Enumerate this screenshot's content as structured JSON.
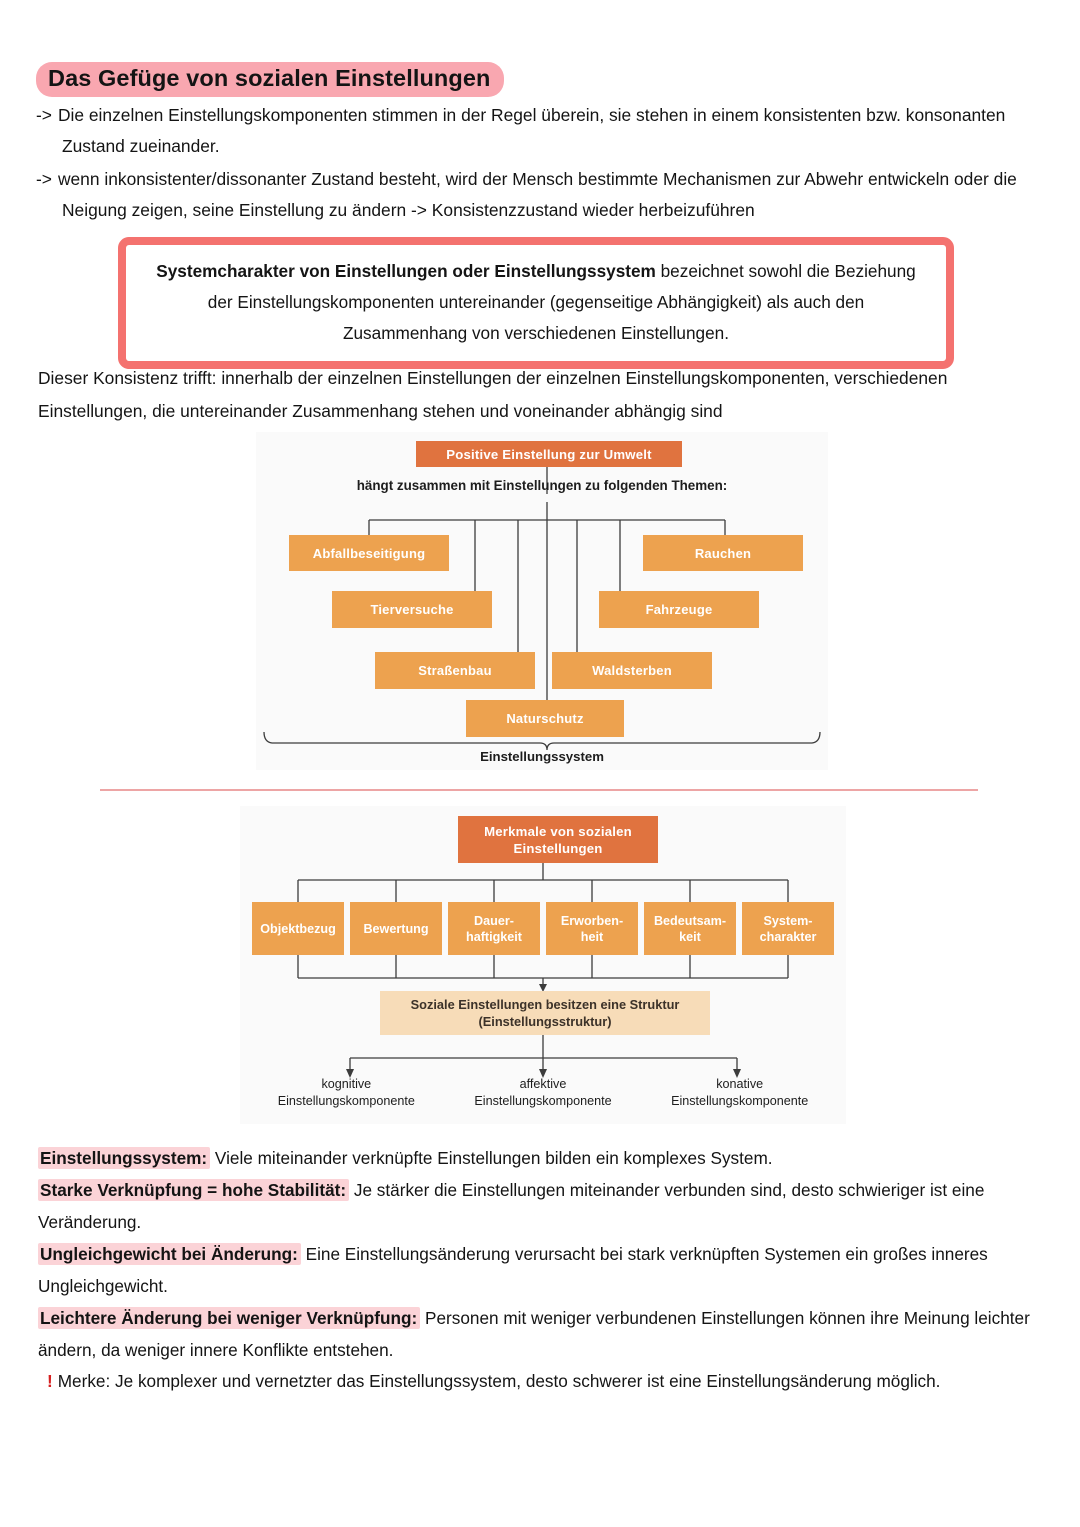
{
  "heading": "Das Gefüge von sozialen Einstellungen",
  "intro": [
    {
      "arrow": "->",
      "text": "Die einzelnen Einstellungskomponenten stimmen in der Regel überein, sie stehen in einem konsistenten bzw. konsonanten Zustand zueinander."
    },
    {
      "arrow": "->",
      "text": "wenn inkonsistenter/dissonanter Zustand besteht, wird der Mensch bestimmte Mechanismen zur Abwehr entwickeln oder die Neigung zeigen, seine Einstellung zu ändern -> Konsistenzzustand wieder herbeizuführen"
    }
  ],
  "definition": {
    "bold_lead": "Systemcharakter von Einstellungen oder Einstellungssystem",
    "rest": " bezeichnet sowohl die Beziehung der Einstellungskomponenten untereinander (gegenseitige Abhängigkeit) als auch den Zusammenhang von verschiedenen Einstellungen."
  },
  "after_box": "Dieser Konsistenz trifft: innerhalb der einzelnen Einstellungen der einzelnen Einstellungskomponenten, verschiedenen Einstellungen, die untereinander Zusammenhang stehen und voneinander abhängig sind",
  "diagram1": {
    "root": "Positive Einstellung zur Umwelt",
    "caption": "hängt zusammen mit Einstellungen zu folgenden Themen:",
    "nodes": [
      "Abfallbeseitigung",
      "Tierversuche",
      "Straßenbau",
      "Naturschutz",
      "Waldsterben",
      "Fahrzeuge",
      "Rauchen"
    ],
    "footer": "Einstellungssystem",
    "colors": {
      "root": "#e0733f",
      "child": "#eda24f",
      "background": "#fafafa",
      "line": "#3c3c3c"
    }
  },
  "diagram2": {
    "root": "Merkmale von sozialen Einstellungen",
    "columns": [
      "Objektbezug",
      "Bewertung",
      "Dauer-haftigkeit",
      "Erworben-heit",
      "Bedeutsam-keit",
      "System-charakter"
    ],
    "structure_box": "Soziale Einstellungen besitzen eine Struktur (Einstellungsstruktur)",
    "leaves": [
      "kognitive Einstellungskomponente",
      "affektive Einstellungskomponente",
      "konative Einstellungskomponente"
    ],
    "colors": {
      "root": "#e0733f",
      "column": "#eda24f",
      "structure": "#f7dcb8",
      "background": "#fafafa",
      "line": "#3c3c3c"
    }
  },
  "bottom_points": [
    {
      "term": "Einstellungssystem:",
      "text": " Viele miteinander verknüpfte Einstellungen bilden ein komplexes System."
    },
    {
      "term": "Starke Verknüpfung = hohe Stabilität:",
      "text": " Je stärker die Einstellungen miteinander verbunden sind, desto schwieriger ist eine Veränderung."
    },
    {
      "term": "Ungleichgewicht bei Änderung:",
      "text": " Eine Einstellungsänderung verursacht bei stark verknüpften Systemen ein großes inneres Ungleichgewicht."
    },
    {
      "term": "Leichtere Änderung bei weniger Verknüpfung:",
      "text": " Personen mit weniger verbundenen Einstellungen können ihre Meinung leichter ändern, da weniger innere Konflikte entstehen."
    }
  ],
  "merke": {
    "marker": "!",
    "text": "Merke: Je komplexer und vernetzter das Einstellungssystem, desto schwerer ist eine Einstellungsänderung möglich."
  },
  "accents": {
    "heading_highlight": "#f9a7b0",
    "definition_border": "#f4726f",
    "term_highlight": "#fbd3d7",
    "divider": "#eda5a5",
    "exclamation": "#d61f1f"
  }
}
